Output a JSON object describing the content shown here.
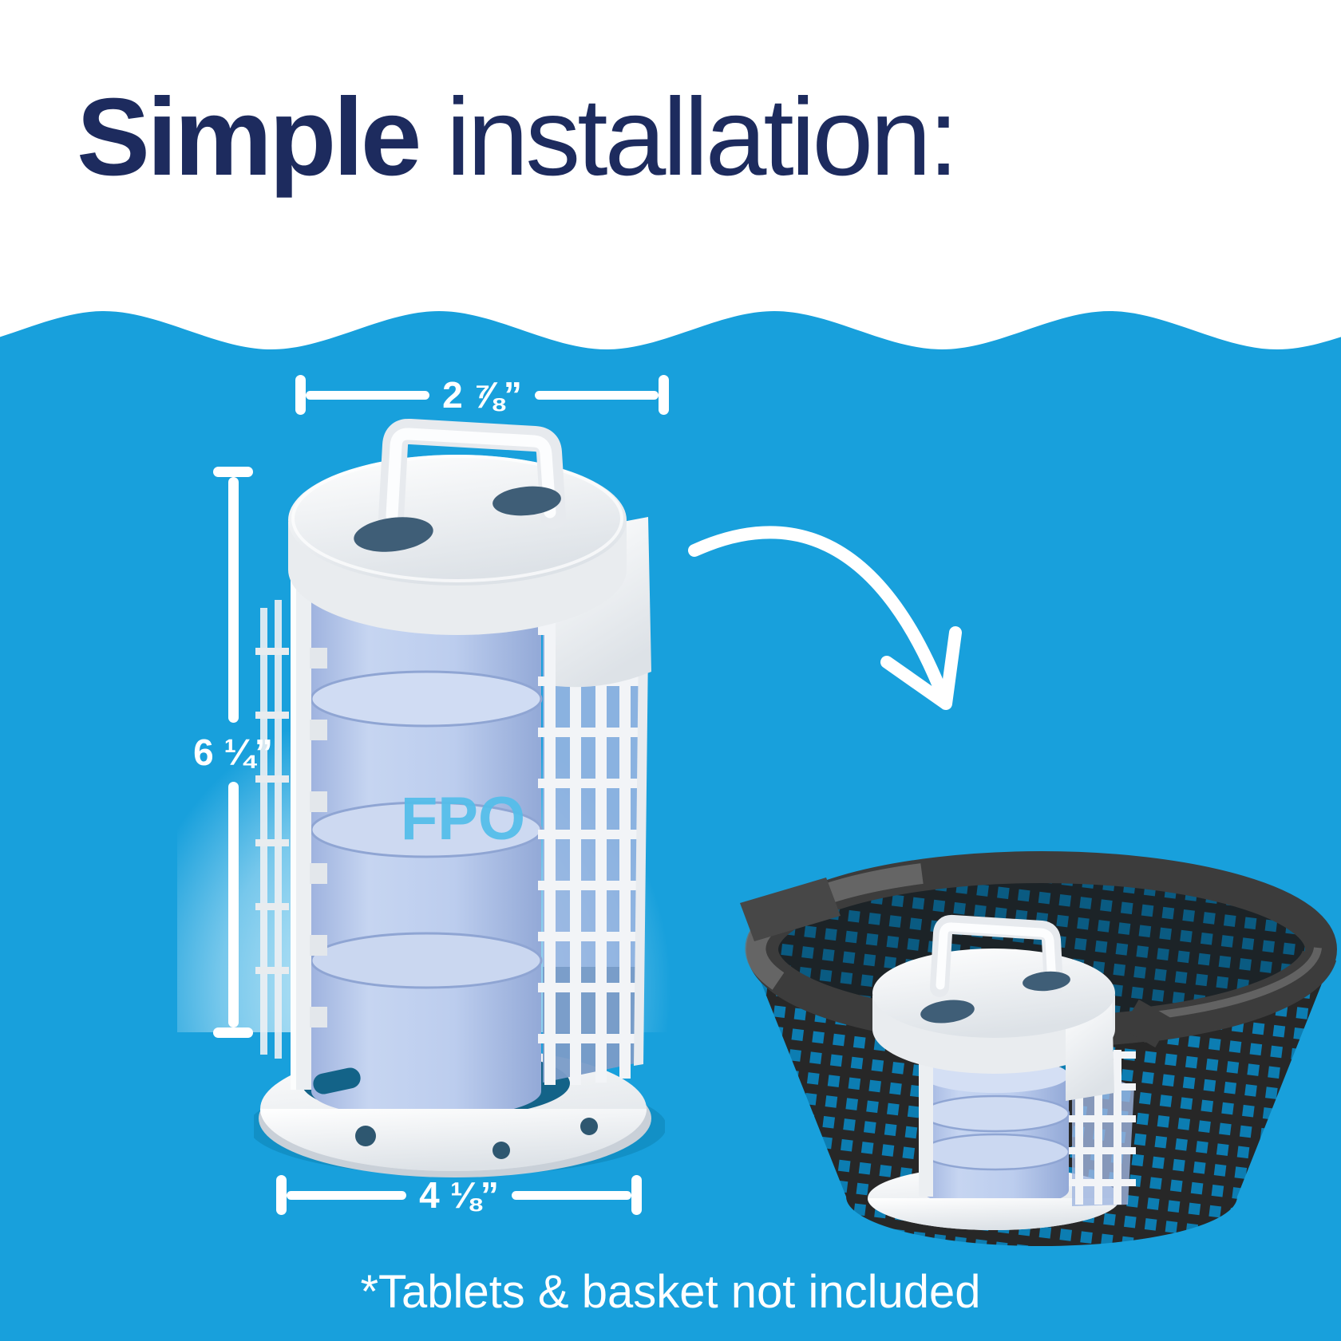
{
  "title": {
    "bold": "Simple",
    "regular": " installation:"
  },
  "dimensions": {
    "top_width": {
      "label": "2 ⅞”"
    },
    "height": {
      "label": "6 ¼”"
    },
    "bottom_width": {
      "label": "4 ⅛”"
    }
  },
  "product": {
    "watermark": "FPO"
  },
  "footnote": {
    "text": "*Tablets & basket not included"
  },
  "icons": {
    "arrow": "curved-down-arrow",
    "wave": "water-wave-edge"
  },
  "colors": {
    "background_blue": "#18A0DC",
    "heading_navy": "#1D2B5E",
    "text_white": "#FFFFFF",
    "tablet_blue": "#BCCDEE",
    "watermark_blue": "#55BEEA",
    "basket_dark": "#3C3C3C"
  }
}
